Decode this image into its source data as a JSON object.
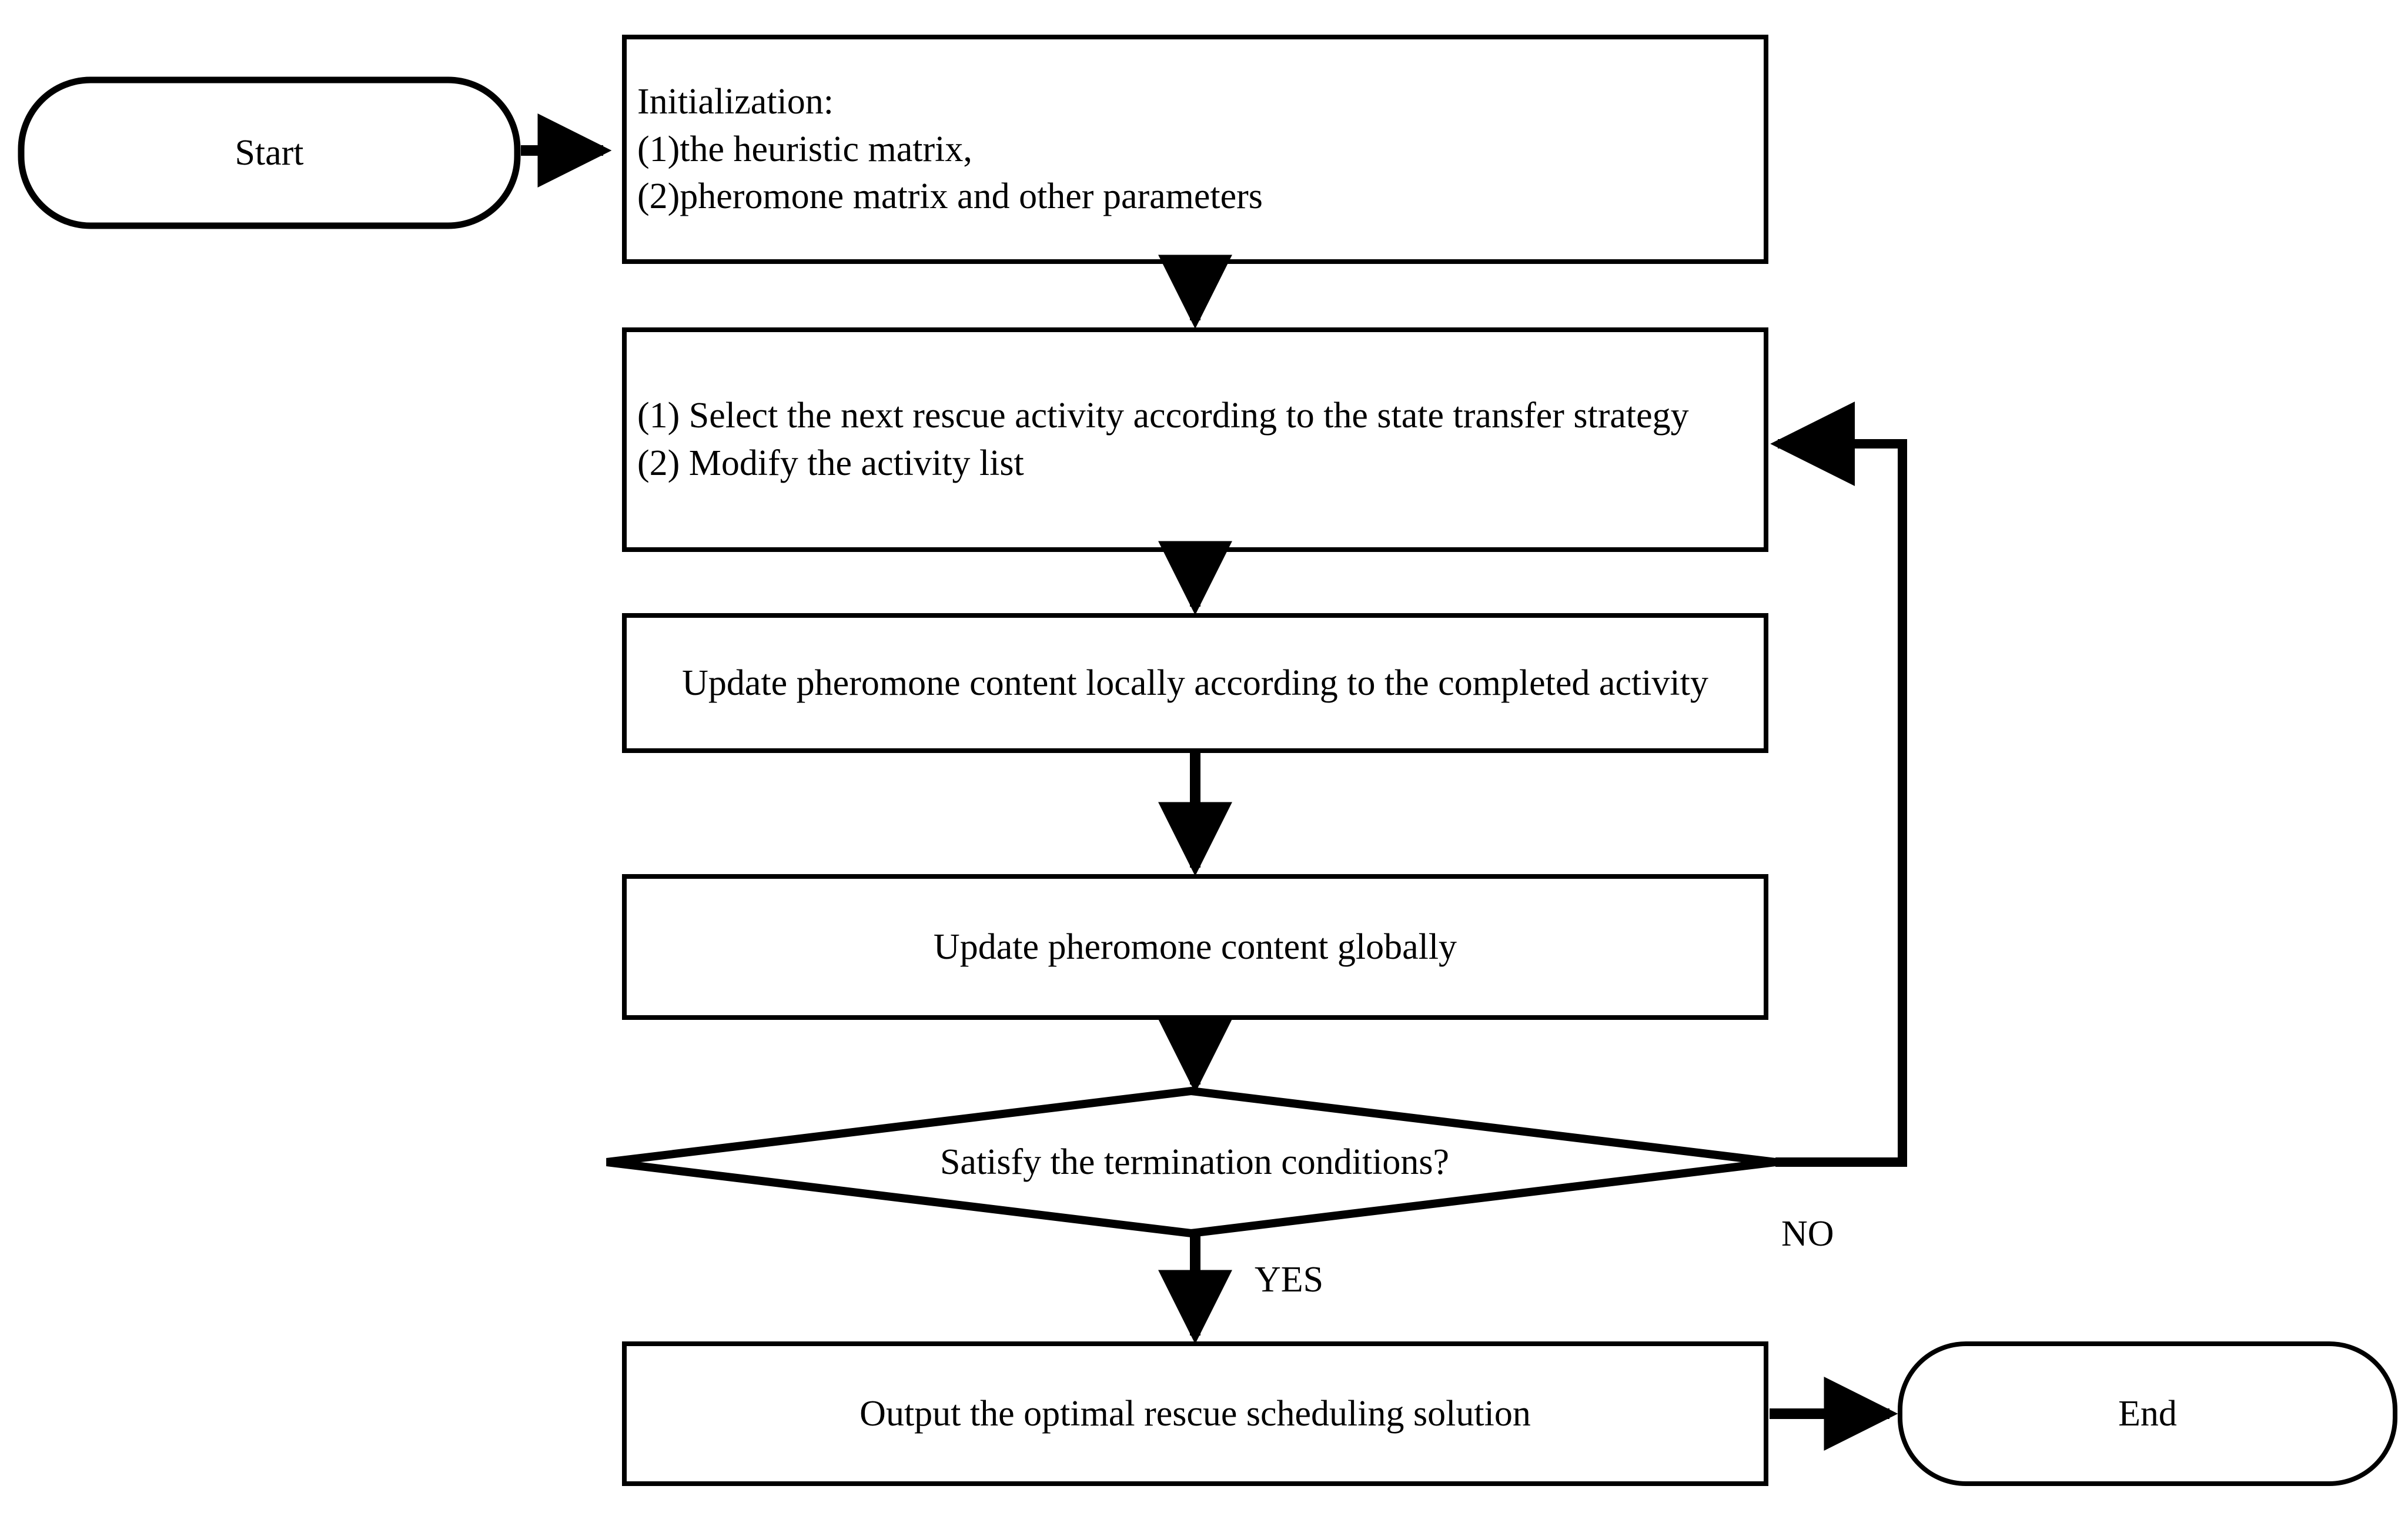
{
  "diagram": {
    "type": "flowchart",
    "title": "Ant colony optimization rescue scheduling flowchart",
    "background_color": "#ffffff",
    "stroke_color": "#000000",
    "nodes": [
      {
        "id": "start",
        "shape": "terminator",
        "label": "Start"
      },
      {
        "id": "initialization",
        "shape": "process",
        "label": "Initialization:\n(1)the heuristic matrix,\n(2)pheromone matrix and other parameters"
      },
      {
        "id": "select-activity",
        "shape": "process",
        "label": "(1) Select the next rescue activity according to the state transfer strategy\n(2) Modify the activity list"
      },
      {
        "id": "update-local",
        "shape": "process",
        "label": "Update pheromone content locally according to the completed activity"
      },
      {
        "id": "update-global",
        "shape": "process",
        "label": "Update pheromone content globally"
      },
      {
        "id": "termination-decision",
        "shape": "decision",
        "label": "Satisfy the termination conditions?"
      },
      {
        "id": "output-solution",
        "shape": "process",
        "label": "Output the optimal rescue scheduling solution"
      },
      {
        "id": "end",
        "shape": "terminator",
        "label": "End"
      }
    ],
    "edge_labels": {
      "yes": "YES",
      "no": "NO"
    }
  }
}
